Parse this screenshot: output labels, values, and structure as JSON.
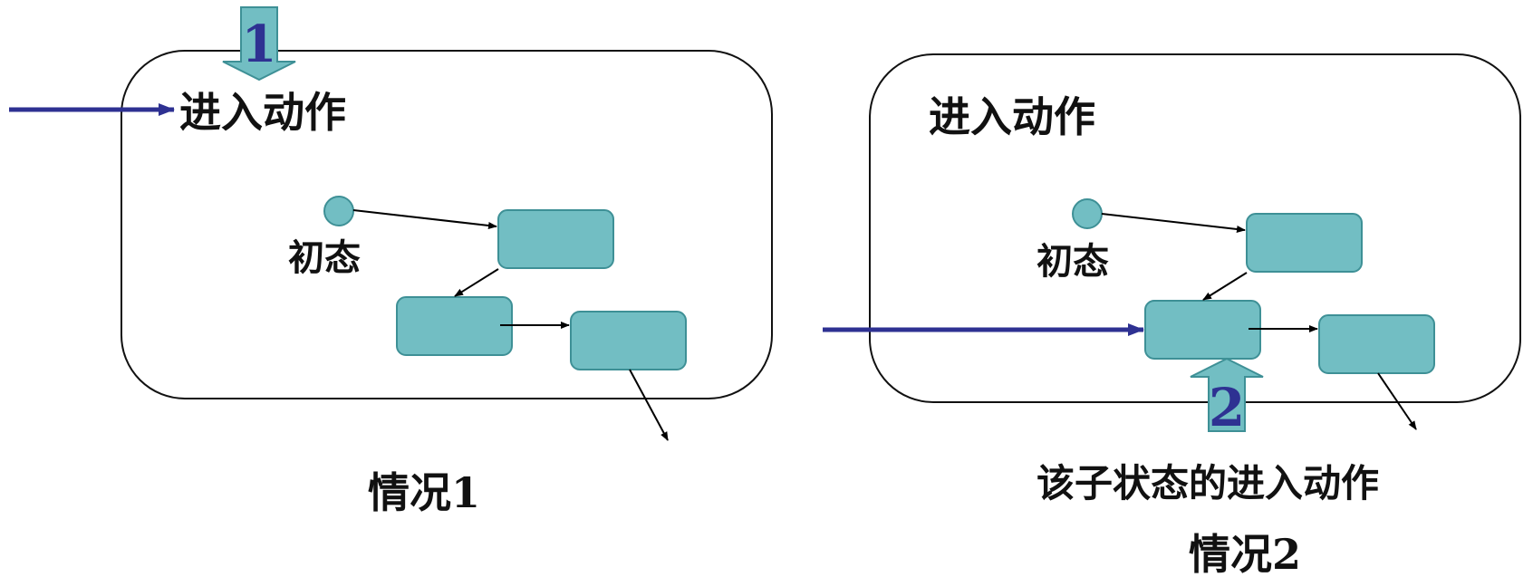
{
  "colors": {
    "state_fill": "#72BEC3",
    "state_stroke": "#3E9096",
    "entry_arrow": "#2E3192",
    "marker_fill": "#72BEC3",
    "marker_text": "#2E3192",
    "line": "#000000"
  },
  "case1": {
    "entry_label": "进入动作",
    "initial_label": "初态",
    "marker_number": "1",
    "caption": "情况1"
  },
  "case2": {
    "entry_label": "进入动作",
    "initial_label": "初态",
    "marker_number": "2",
    "substate_note": "该子状态的进入动作",
    "caption": "情况2"
  }
}
